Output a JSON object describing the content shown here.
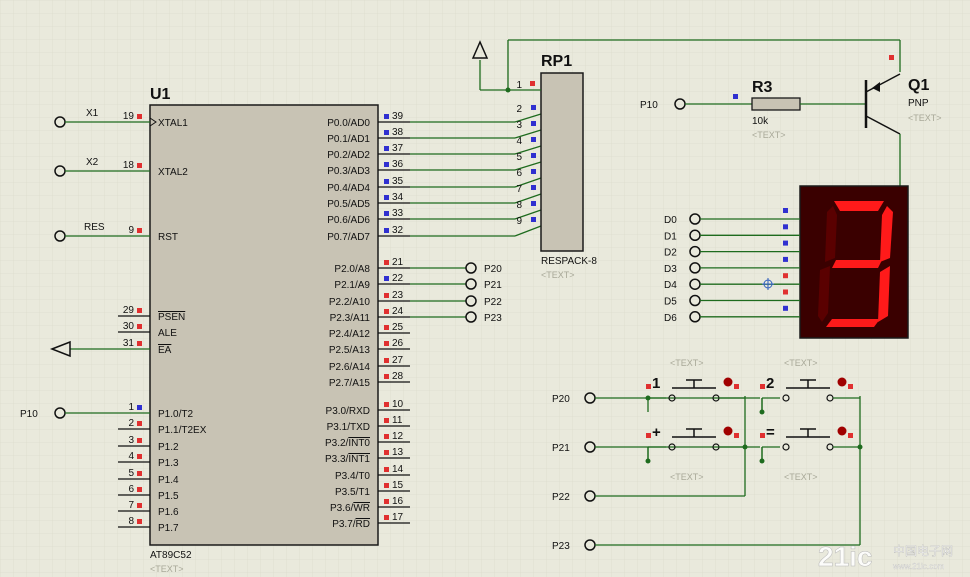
{
  "colors": {
    "background": "#e9e9dc",
    "grid": "#d2d2c2",
    "wire": "#1e6b1e",
    "body": "#c8c3b4",
    "outline": "#1a1a1a",
    "pin_red": "#e03030",
    "pin_blue": "#3030d0",
    "segment_on": "#ff1a1a",
    "segment_off": "#5a0000",
    "display_body": "#3a0000",
    "placeholder": "#a8a898",
    "text": "#111111"
  },
  "u1": {
    "ref": "U1",
    "part": "AT89C52",
    "text_placeholder": "<TEXT>",
    "left_pins": [
      {
        "num": "19",
        "name": "XTAL1"
      },
      {
        "num": "18",
        "name": "XTAL2"
      },
      {
        "num": "9",
        "name": "RST"
      },
      {
        "num": "29",
        "name": "PSEN"
      },
      {
        "num": "30",
        "name": "ALE"
      },
      {
        "num": "31",
        "name": "EA"
      },
      {
        "num": "1",
        "name": "P1.0/T2"
      },
      {
        "num": "2",
        "name": "P1.1/T2EX"
      },
      {
        "num": "3",
        "name": "P1.2"
      },
      {
        "num": "4",
        "name": "P1.3"
      },
      {
        "num": "5",
        "name": "P1.4"
      },
      {
        "num": "6",
        "name": "P1.5"
      },
      {
        "num": "7",
        "name": "P1.6"
      },
      {
        "num": "8",
        "name": "P1.7"
      }
    ],
    "right_pins": [
      {
        "num": "39",
        "name": "P0.0/AD0"
      },
      {
        "num": "38",
        "name": "P0.1/AD1"
      },
      {
        "num": "37",
        "name": "P0.2/AD2"
      },
      {
        "num": "36",
        "name": "P0.3/AD3"
      },
      {
        "num": "35",
        "name": "P0.4/AD4"
      },
      {
        "num": "34",
        "name": "P0.5/AD5"
      },
      {
        "num": "33",
        "name": "P0.6/AD6"
      },
      {
        "num": "32",
        "name": "P0.7/AD7"
      },
      {
        "num": "21",
        "name": "P2.0/A8"
      },
      {
        "num": "22",
        "name": "P2.1/A9"
      },
      {
        "num": "23",
        "name": "P2.2/A10"
      },
      {
        "num": "24",
        "name": "P2.3/A11"
      },
      {
        "num": "25",
        "name": "P2.4/A12"
      },
      {
        "num": "26",
        "name": "P2.5/A13"
      },
      {
        "num": "27",
        "name": "P2.6/A14"
      },
      {
        "num": "28",
        "name": "P2.7/A15"
      },
      {
        "num": "10",
        "name": "P3.0/RXD"
      },
      {
        "num": "11",
        "name": "P3.1/TXD"
      },
      {
        "num": "12",
        "name": "P3.2/INT0"
      },
      {
        "num": "13",
        "name": "P3.3/INT1"
      },
      {
        "num": "14",
        "name": "P3.4/T0"
      },
      {
        "num": "15",
        "name": "P3.5/T1"
      },
      {
        "num": "16",
        "name": "P3.6/WR"
      },
      {
        "num": "17",
        "name": "P3.7/RD"
      }
    ]
  },
  "terminals_left": {
    "x1": "X1",
    "x2": "X2",
    "res": "RES",
    "p10": "P10"
  },
  "terminals_p2": [
    "P20",
    "P21",
    "P22",
    "P23"
  ],
  "rp1": {
    "ref": "RP1",
    "part": "RESPACK-8",
    "text_placeholder": "<TEXT>",
    "pins": [
      "1",
      "2",
      "3",
      "4",
      "5",
      "6",
      "7",
      "8",
      "9"
    ]
  },
  "r3": {
    "ref": "R3",
    "value": "10k",
    "text_placeholder": "<TEXT>",
    "net": "P10"
  },
  "q1": {
    "ref": "Q1",
    "type": "PNP",
    "text_placeholder": "<TEXT>"
  },
  "display": {
    "digit": "3",
    "nets": [
      "D0",
      "D1",
      "D2",
      "D3",
      "D4",
      "D5",
      "D6"
    ]
  },
  "keypad": {
    "text_placeholder": "<TEXT>",
    "row_nets": [
      "P20",
      "P21"
    ],
    "col_nets": [
      "P22",
      "P23"
    ],
    "keys": [
      "1",
      "2",
      "+",
      "="
    ]
  },
  "watermark": {
    "logo": "21ic",
    "tagline": "中国电子网",
    "url": "www.21ic.com"
  }
}
